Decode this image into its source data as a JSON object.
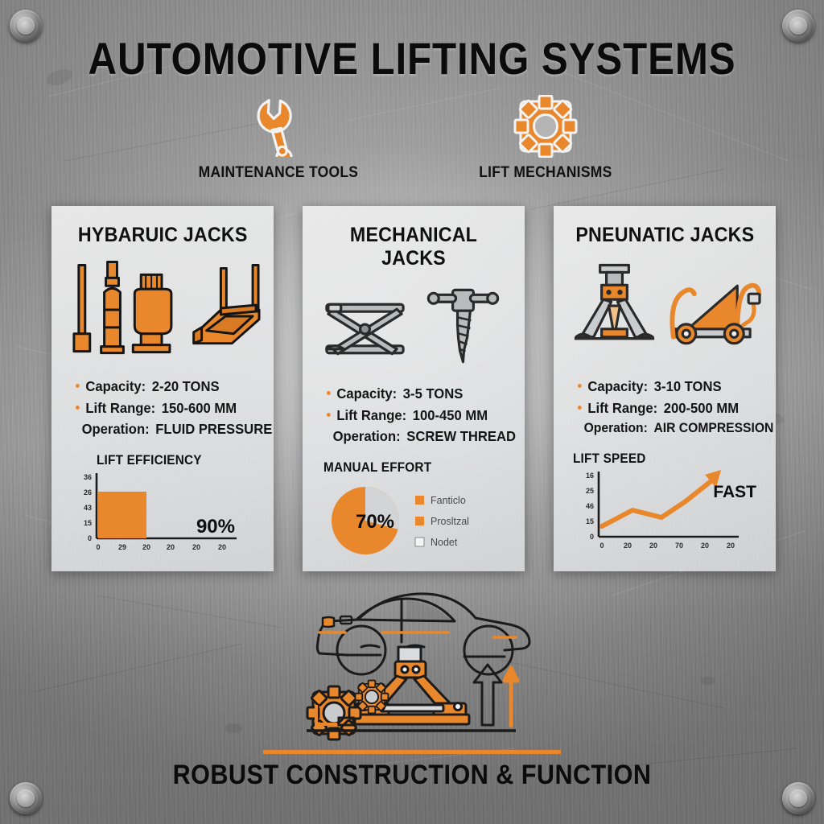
{
  "header": {
    "title": "AUTOMOTIVE LIFTING SYSTEMS",
    "icons": [
      {
        "name": "wrench-icon",
        "label": "MAINTENANCE TOOLS"
      },
      {
        "name": "gear-icon",
        "label": "LIFT MECHANISMS"
      }
    ]
  },
  "theme": {
    "accent": "#E8872B",
    "accent_dark": "#D97B24",
    "ink": "#101010",
    "card_bg": "#E9EAEB",
    "metal": "#8e8e8e",
    "pie_gray": "#D3D4D5"
  },
  "cards": [
    {
      "title": "HYBARUIC JACKS",
      "art": "bottle-jacks-and-platform-lift",
      "specs": [
        {
          "bullet": true,
          "label": "Capacity:",
          "value": "2-20 TONS"
        },
        {
          "bullet": true,
          "label": "Lift Range:",
          "value": "150-600 MM"
        },
        {
          "bullet": false,
          "label": "Operation:",
          "value": "FLUID PRESSURE"
        }
      ],
      "chart_ref": 0
    },
    {
      "title": "MECHANICAL JACKS",
      "art": "scissor-jack-and-screw",
      "specs": [
        {
          "bullet": true,
          "label": "Capacity:",
          "value": "3-5 TONS"
        },
        {
          "bullet": true,
          "label": "Lift Range:",
          "value": "100-450 MM"
        },
        {
          "bullet": false,
          "label": "Operation:",
          "value": "SCREW THREAD"
        }
      ],
      "chart_ref": 1
    },
    {
      "title": "PNEUNATIC JACKS",
      "art": "jack-stand-and-trolley-jack",
      "specs": [
        {
          "bullet": true,
          "label": "Capacity:",
          "value": "3-10 TONS"
        },
        {
          "bullet": true,
          "label": "Lift Range:",
          "value": "200-500 MM"
        },
        {
          "bullet": false,
          "label": "Operation:",
          "value": "AIR COMPRESSION"
        }
      ],
      "chart_ref": 2
    }
  ],
  "chart_data": [
    {
      "type": "bar",
      "title": "LIFT EFFICIENCY",
      "categories": [
        "0",
        "29",
        "20",
        "20",
        "20",
        "20"
      ],
      "values": [
        90
      ],
      "bar_label": "90%",
      "ytick_labels": [
        "36",
        "26",
        "43",
        "15",
        "0"
      ],
      "xtick_labels": [
        "0",
        "29",
        "20",
        "20",
        "20",
        "20"
      ],
      "xlabel": "",
      "ylabel": "",
      "grid": false,
      "legend": "none",
      "bar_color": "#E8872B"
    },
    {
      "type": "pie",
      "title": "MANUAL EFFORT",
      "labels": [
        "Fanticlo",
        "Prosltzal",
        "Nodet"
      ],
      "values": [
        70,
        22,
        8
      ],
      "center_label": "70%",
      "slice_colors": [
        "#E8872B",
        "#D3D4D5",
        "#F2F2F2"
      ],
      "legend": "right"
    },
    {
      "type": "line",
      "title": "LIFT SPEED",
      "x": [
        "0",
        "20",
        "20",
        "70",
        "20",
        "20"
      ],
      "values": [
        18,
        46,
        36,
        58,
        92
      ],
      "end_label": "FAST",
      "ytick_labels": [
        "16",
        "25",
        "46",
        "15",
        "0"
      ],
      "xtick_labels": [
        "0",
        "20",
        "20",
        "70",
        "20",
        "20"
      ],
      "grid": false,
      "legend": "none",
      "line_color": "#E8872B"
    }
  ],
  "hero": {
    "art": "car-on-scissor-jack-with-gears-and-arrows"
  },
  "footer": {
    "caption": "ROBUST CONSTRUCTION & FUNCTION"
  }
}
